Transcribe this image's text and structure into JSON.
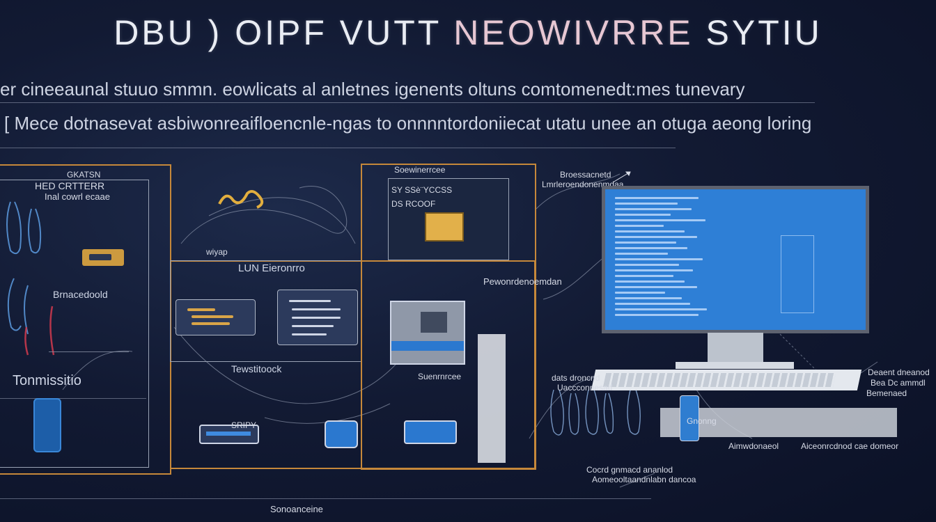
{
  "title": {
    "part1": "DBU ) OIPF  VUTT ",
    "part2": "NEOWIVRRE",
    "part3": " SYTIU"
  },
  "subtitle1": "er cineeaunal  stuuo  smmn. eowlicats  al  anletnes  igenents  oltuns  comtomenedt:mes  tunevary",
  "subtitle2": "[ Mece  dotnasevat  asbiwonreaifloencnle-ngas  to  onnnntordoniiecat utatu  unee  an  otuga  aeong  loring",
  "left_panel": {
    "header_line1": "GKATSN",
    "header_line2": "HED  CRTTERR",
    "header_line3": "Inal  cowrl  ecaae",
    "label_mid": "Brnacedoold",
    "label_bottom": "Tonmissitio"
  },
  "center": {
    "wing_label": "wiyap",
    "window_title": "Soewinerrcee",
    "window_line1": "SY  SSè¨YCCSS",
    "window_line2": "DS  RCOOF",
    "lun_label": "LUN  Eieronrro",
    "tech_label": "Tewstitoock",
    "bottom_label": "Suenrnrcee",
    "device_label": "SRIPY",
    "right_label": "Pewonrdenoemdan"
  },
  "computer": {
    "top_label": "Broessacnetd",
    "top_label2": "Lmrleroendonenmdaa",
    "right_side1": "Deaent  dneanod",
    "right_side2": "Bea  Dc  ammdl",
    "right_side3": "Bemenaed",
    "left_bottom": "dats  droncnd",
    "left_bottom2": "Uaccconnesad",
    "mid_bottom": "Gnonng",
    "bottom_a": "Aimwdonaeol",
    "bottom_b": "Aiceonrcdnod  cae  domeor",
    "footer1": "Cocrd  gnmacd  ananlod",
    "footer2": "Aomeooltaandnlabn  dancoa"
  },
  "footer_label": "Sonoanceine",
  "colors": {
    "accent": "#c6883a",
    "screen": "#2e7fd6",
    "background": "#121a33",
    "gold": "#d9a548"
  }
}
